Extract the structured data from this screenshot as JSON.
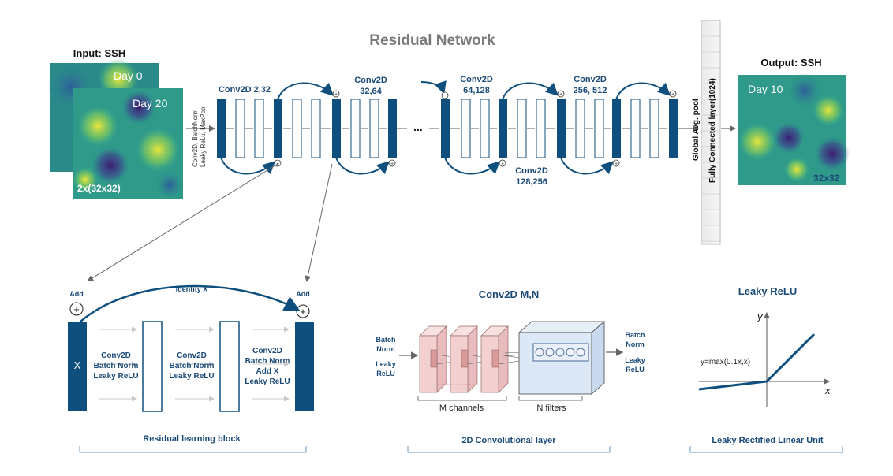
{
  "title": "Residual Network",
  "input": {
    "label": "Input: SSH",
    "day0": "Day 0",
    "day20": "Day 20",
    "shape": "2x(32x32)"
  },
  "stem": {
    "line1": "Conv2D, BatchNorm",
    "line2": "Leaky ReLu, MaxPool"
  },
  "blocks": {
    "b1": "Conv2D 2,32",
    "b2_line1": "Conv2D",
    "b2_line2": "32,64",
    "b3_line1": "Conv2D",
    "b3_line2": "64,128",
    "b4_line1": "Conv2D",
    "b4_line2": "128,256",
    "b5_line1": "Conv2D",
    "b5_line2": "256, 512",
    "ellipsis": "..."
  },
  "head": {
    "pool": "Global Avg. pool",
    "fc": "Fully Connected layer(1024)"
  },
  "output": {
    "label": "Output: SSH",
    "day": "Day 10",
    "shape": "32x32"
  },
  "residual_block": {
    "add_left": "Add",
    "add_right": "Add",
    "plus": "+",
    "identity": "Identity X",
    "x": "X",
    "g1": [
      "Conv2D",
      "Batch Norm",
      "Leaky ReLU"
    ],
    "g2": [
      "Conv2D",
      "Batch Norm",
      "Leaky ReLU"
    ],
    "g3": [
      "Conv2D",
      "Batch Norm",
      "Add X",
      "Leaky ReLU"
    ],
    "caption": "Residual learning block"
  },
  "conv_block": {
    "title": "Conv2D M,N",
    "in": [
      "Batch",
      "Norm",
      "Leaky",
      "ReLU"
    ],
    "out": [
      "Batch",
      "Norm",
      "Leaky",
      "ReLU"
    ],
    "m": "M channels",
    "n": "N filters",
    "caption": "2D Convolutional layer"
  },
  "leaky": {
    "title": "Leaky ReLU",
    "y": "y",
    "x": "x",
    "eq": "y=max(0.1x,x)",
    "caption": "Leaky Rectified Linear Unit"
  },
  "colors": {
    "navy": "#0e4f7e",
    "text": "#1a4a78",
    "title": "#7a7a7a",
    "pink": "#f2d0d0",
    "cube": "#d8e6f6"
  }
}
